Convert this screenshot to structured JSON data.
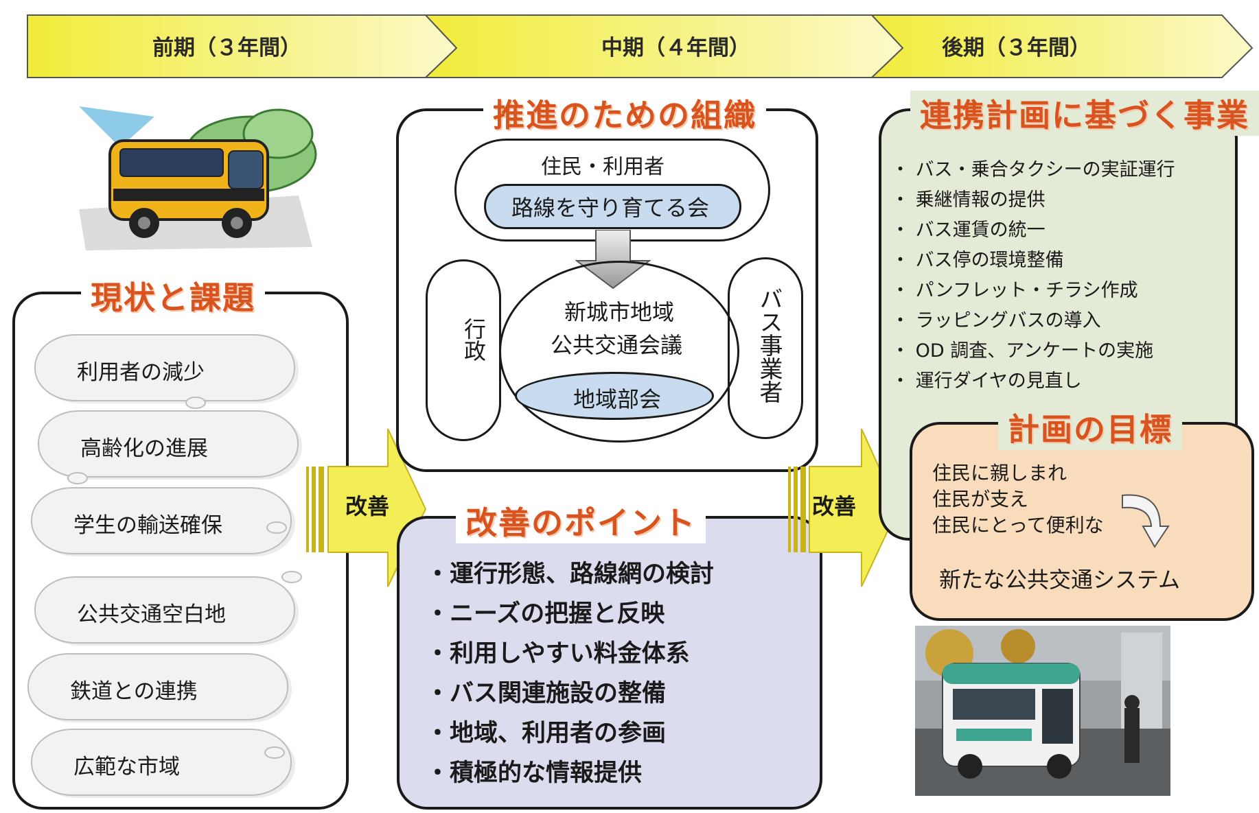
{
  "phases": {
    "early": "前期（３年間）",
    "middle": "中期（４年間）",
    "late": "後期（３年間）"
  },
  "current_issues": {
    "title": "現状と課題",
    "items": [
      "利用者の減少",
      "高齢化の進展",
      "学生の輸送確保",
      "公共交通空白地",
      "鉄道との連携",
      "広範な市域"
    ]
  },
  "arrows": {
    "left_label": "改善",
    "right_label": "改善"
  },
  "organization": {
    "title": "推進のための組織",
    "residents_label": "住民・利用者",
    "society_label": "路線を守り育てる会",
    "administration_label": "行政",
    "bus_operators_label": "バス事業者",
    "council_line1": "新城市地域",
    "council_line2": "公共交通会議",
    "regional_subcommittee": "地域部会"
  },
  "improvement_points": {
    "title": "改善のポイント",
    "items": [
      "・運行形態、路線網の検討",
      "・ニーズの把握と反映",
      "・利用しやすい料金体系",
      "・バス関連施設の整備",
      "・地域、利用者の参画",
      "・積極的な情報提供"
    ]
  },
  "plan_projects": {
    "title": "連携計画に基づく事業",
    "items": [
      "・ バス・乗合タクシーの実証運行",
      "・ 乗継情報の提供",
      "・ バス運賃の統一",
      "・ バス停の環境整備",
      "・ パンフレット・チラシ作成",
      "・ ラッピングバスの導入",
      "・ OD 調査、アンケートの実施",
      "・ 運行ダイヤの見直し"
    ]
  },
  "plan_goal": {
    "title": "計画の目標",
    "line1": "住民に親しまれ",
    "line2": "住民が支え",
    "line3": "住民にとって便利な",
    "result": "新たな公共交通システム"
  },
  "colors": {
    "banner_yellow": "#f2ee5a",
    "title_orange": "#d9531e",
    "org_pill_blue": "#c9dcef",
    "points_bg": "#dcdcef",
    "projects_bg": "#e3ead6",
    "goal_bg": "#f8dcbc",
    "arrow_yellow": "#f3ee55"
  }
}
